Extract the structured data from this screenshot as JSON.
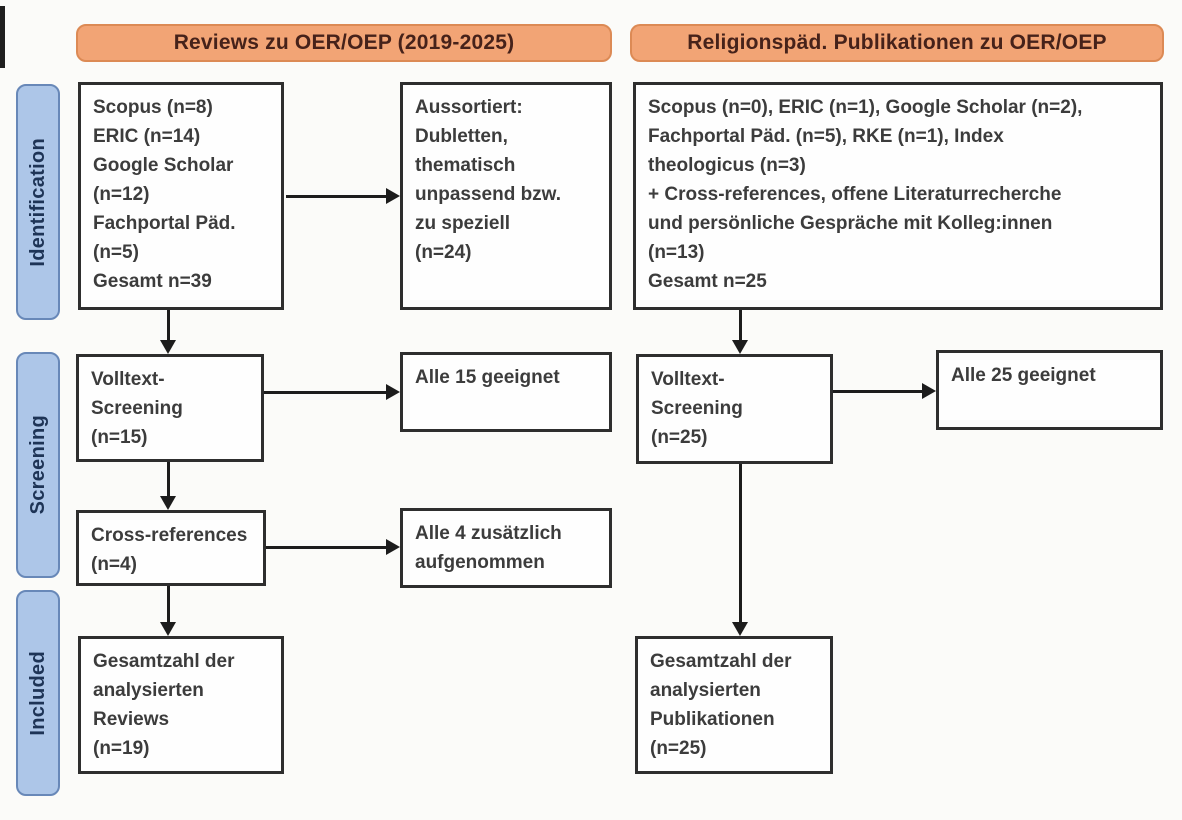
{
  "columns": [
    {
      "header": "Reviews zu OER/OEP (2019-2025)"
    },
    {
      "header": "Religionspäd. Publikationen zu OER/OEP"
    }
  ],
  "stages": [
    {
      "label": "Identification"
    },
    {
      "label": "Screening"
    },
    {
      "label": "Included"
    }
  ],
  "boxes": {
    "left_sources": "Scopus (n=8)\nERIC (n=14)\nGoogle Scholar\n(n=12)\nFachportal Päd.\n(n=5)\nGesamt n=39",
    "left_excluded": "Aussortiert:\nDubletten,\nthematisch\nunpassend bzw.\nzu speziell\n(n=24)",
    "left_fulltext": "Volltext-\nScreening\n(n=15)",
    "left_fulltext_result": "Alle 15 geeignet",
    "left_crossref": "Cross-references\n(n=4)",
    "left_crossref_result": "Alle 4 zusätzlich\naufgenommen",
    "left_total": "Gesamtzahl der\nanalysierten\nReviews\n(n=19)",
    "right_sources": "Scopus (n=0), ERIC (n=1), Google Scholar (n=2),\nFachportal Päd. (n=5), RKE (n=1), Index\ntheologicus (n=3)\n+ Cross-references, offene Literaturrecherche\nund persönliche Gespräche mit Kolleg:innen\n(n=13)\nGesamt n=25",
    "right_fulltext": "Volltext-\nScreening\n(n=25)",
    "right_fulltext_result": "Alle 25 geeignet",
    "right_total": "Gesamtzahl der\nanalysierten\nPublikationen\n(n=25)"
  },
  "colors": {
    "header_fill": "#f2a475",
    "header_border": "#dc8a55",
    "header_text": "#46221a",
    "stage_fill": "#adc6e8",
    "stage_border": "#6888b8",
    "stage_text": "#1e3456",
    "box_border": "#2e2e2e",
    "box_text": "#3c3c3c",
    "arrow": "#1c1c1c",
    "background": "#fbfbf9"
  }
}
